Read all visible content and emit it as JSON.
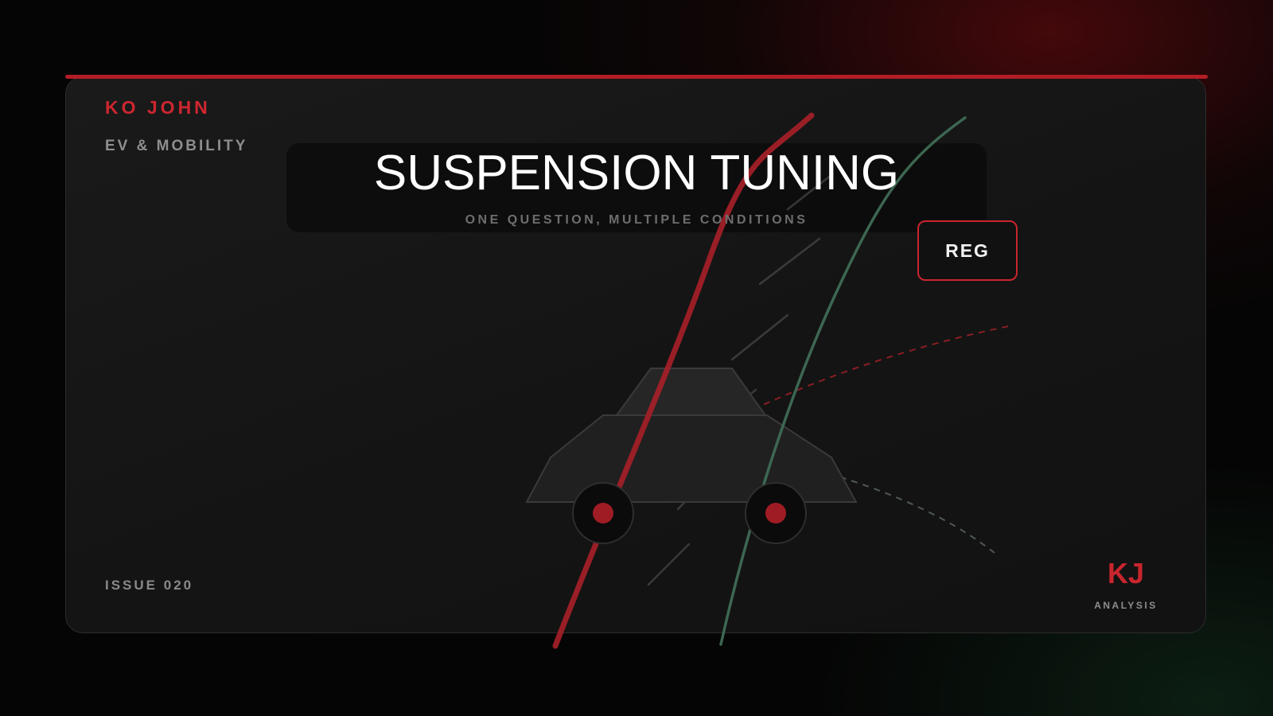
{
  "header": {
    "brand": "KO JOHN",
    "section": "EV & MOBILITY"
  },
  "hero": {
    "title": "SUSPENSION TUNING",
    "subtitle": "ONE QUESTION, MULTIPLE CONDITIONS"
  },
  "tag": {
    "label": "REG"
  },
  "footer": {
    "issue": "ISSUE 020",
    "logo": "KJ",
    "logo_caption": "ANALYSIS"
  },
  "illustration": {
    "icon": "car-icon",
    "curves": [
      "red-curve",
      "green-curve"
    ]
  },
  "colors": {
    "background": "#050505",
    "card": "#161616",
    "accent_red": "#c9252e",
    "accent_green": "#3f6b55",
    "text_primary": "#ffffff",
    "text_muted": "#8e8e8e"
  }
}
